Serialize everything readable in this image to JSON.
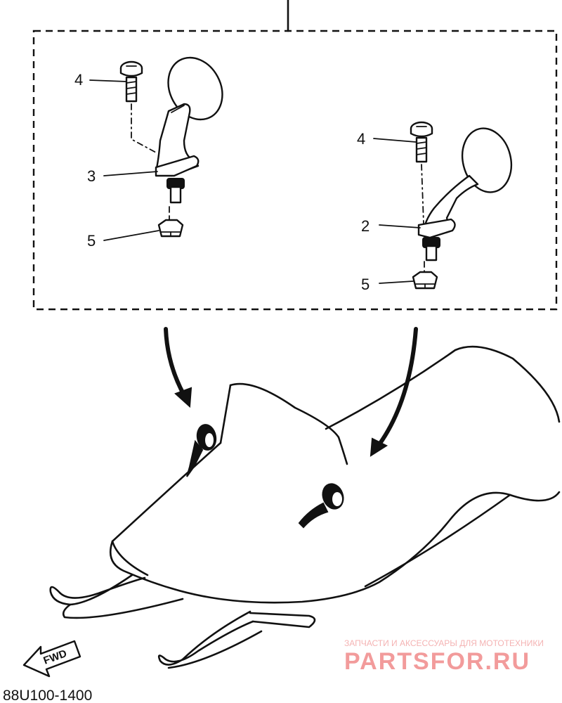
{
  "callouts": {
    "left_bolt": "4",
    "left_mirror": "3",
    "left_nut": "5",
    "right_bolt": "4",
    "right_mirror": "2",
    "right_nut": "5"
  },
  "fwd_label": "FWD",
  "diagram_code": "88U100-1400",
  "watermark": {
    "subtitle": "ЗАПЧАСТИ И АКСЕССУАРЫ ДЛЯ МОТОТЕХНИКИ",
    "logo_text": "PARTSFOR.RU"
  }
}
